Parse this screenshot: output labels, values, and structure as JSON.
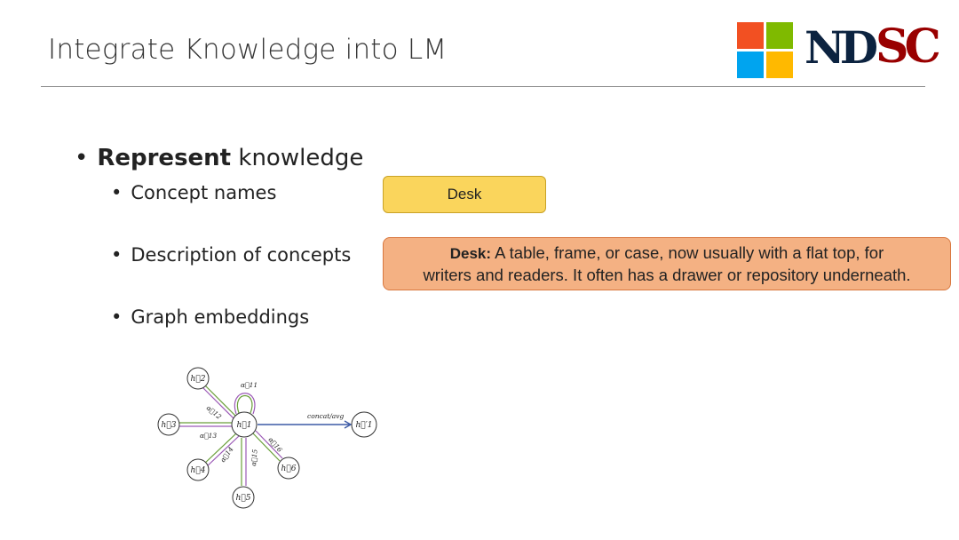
{
  "slide": {
    "title": "Integrate Knowledge into LM"
  },
  "logos": {
    "microsoft": {
      "colors": [
        "#f25022",
        "#7fba00",
        "#00a4ef",
        "#ffb900"
      ]
    },
    "notre_dame": "ND",
    "usc": "SC"
  },
  "bullets": {
    "main": {
      "bold": "Represent",
      "rest": " knowledge"
    },
    "sub": [
      "Concept names",
      "Description of concepts",
      "Graph embeddings"
    ]
  },
  "concept_box": {
    "text": "Desk",
    "color": "#fad55c"
  },
  "description_box": {
    "term": "Desk:",
    "line1": " A table, frame, or case, now usually with a flat top, for",
    "line2": "writers and readers. It often has a drawer or repository underneath.",
    "color": "#f4b183"
  },
  "graph": {
    "edge_label": "concat/avg",
    "center_node": "h⃗1",
    "output_node": "h⃗′1",
    "nodes": [
      "h⃗2",
      "h⃗3",
      "h⃗4",
      "h⃗5",
      "h⃗6"
    ],
    "attention_labels": [
      "α⃗11",
      "α⃗12",
      "α⃗13",
      "α⃗14",
      "α⃗15",
      "α⃗16"
    ]
  }
}
